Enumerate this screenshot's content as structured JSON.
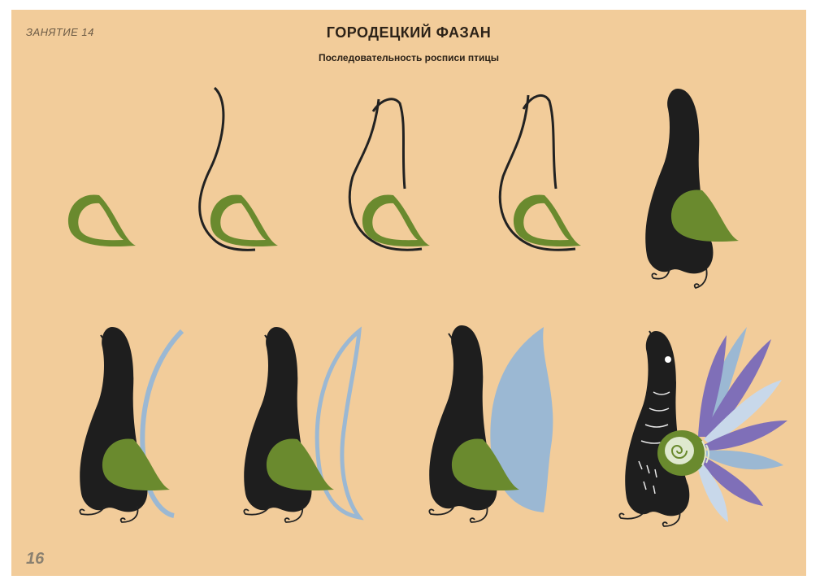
{
  "header": {
    "lesson_label": "ЗАНЯТИЕ 14",
    "title": "ГОРОДЕЦКИЙ ФАЗАН",
    "subtitle": "Последовательность росписи птицы"
  },
  "footer": {
    "page_number": "16"
  },
  "colors": {
    "paper": "#f2cc9a",
    "ink": "#222222",
    "wing_green": "#6a8a2e",
    "tail_blue": "#9bb8d3",
    "tail_purple": "#7f6fb8"
  },
  "steps": [
    {
      "step": 1,
      "elements": [
        "wing"
      ]
    },
    {
      "step": 2,
      "elements": [
        "wing",
        "body-outline"
      ]
    },
    {
      "step": 3,
      "elements": [
        "wing",
        "body-outline"
      ]
    },
    {
      "step": 4,
      "elements": [
        "wing",
        "body-outline"
      ]
    },
    {
      "step": 5,
      "elements": [
        "body",
        "wing",
        "legs"
      ]
    },
    {
      "step": 6,
      "elements": [
        "body",
        "wing",
        "legs",
        "tail-stroke"
      ]
    },
    {
      "step": 7,
      "elements": [
        "body",
        "wing",
        "legs",
        "tail-outline"
      ]
    },
    {
      "step": 8,
      "elements": [
        "body",
        "wing",
        "legs",
        "tail-filled"
      ]
    },
    {
      "step": 9,
      "elements": [
        "body",
        "wing",
        "legs",
        "tail-feathers",
        "decoration"
      ]
    }
  ]
}
